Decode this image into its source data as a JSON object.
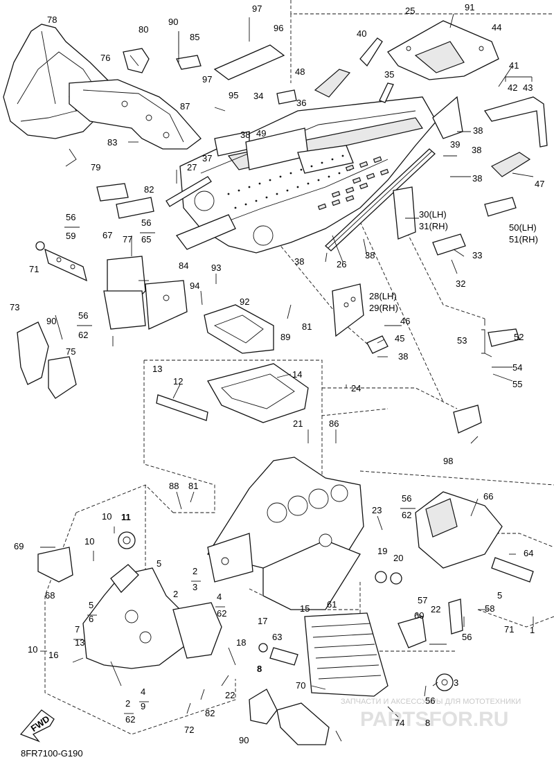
{
  "diagram_code": "8FR7100-G190",
  "fwd_label": "FWD",
  "watermark_text": "ЗАПЧАСТИ И АКСЕССУАРЫ ДЛЯ МОТОТЕХНИКИ",
  "watermark_logo": "PARTSFOR.RU",
  "callouts": [
    "78",
    "80",
    "90",
    "85",
    "97",
    "96",
    "25",
    "91",
    "44",
    "40",
    "76",
    "97",
    "95",
    "34",
    "48",
    "35",
    "36",
    "41",
    "42",
    "43",
    "87",
    "38",
    "49",
    "38",
    "39",
    "38",
    "83",
    "37",
    "27",
    "79",
    "82",
    "38",
    "47",
    "30(LH)",
    "31(RH)",
    "50(LH)",
    "51(RH)",
    "56",
    "59",
    "77",
    "56",
    "65",
    "67",
    "84",
    "26",
    "38",
    "38",
    "33",
    "71",
    "93",
    "32",
    "94",
    "92",
    "28(LH)",
    "29(RH)",
    "73",
    "90",
    "56",
    "62",
    "75",
    "81",
    "46",
    "89",
    "53",
    "52",
    "45",
    "38",
    "54",
    "13",
    "12",
    "14",
    "24",
    "55",
    "98",
    "21",
    "86",
    "88",
    "81",
    "66",
    "56",
    "62",
    "23",
    "10",
    "11",
    "69",
    "10",
    "5",
    "19",
    "20",
    "68",
    "64",
    "2",
    "3",
    "5",
    "6",
    "2",
    "4",
    "62",
    "57",
    "60",
    "22",
    "15",
    "61",
    "58",
    "5",
    "7",
    "13",
    "18",
    "17",
    "63",
    "56",
    "71",
    "1",
    "10",
    "16",
    "8",
    "22",
    "70",
    "3",
    "4",
    "2",
    "9",
    "62",
    "82",
    "56",
    "74",
    "8",
    "90",
    "72"
  ]
}
